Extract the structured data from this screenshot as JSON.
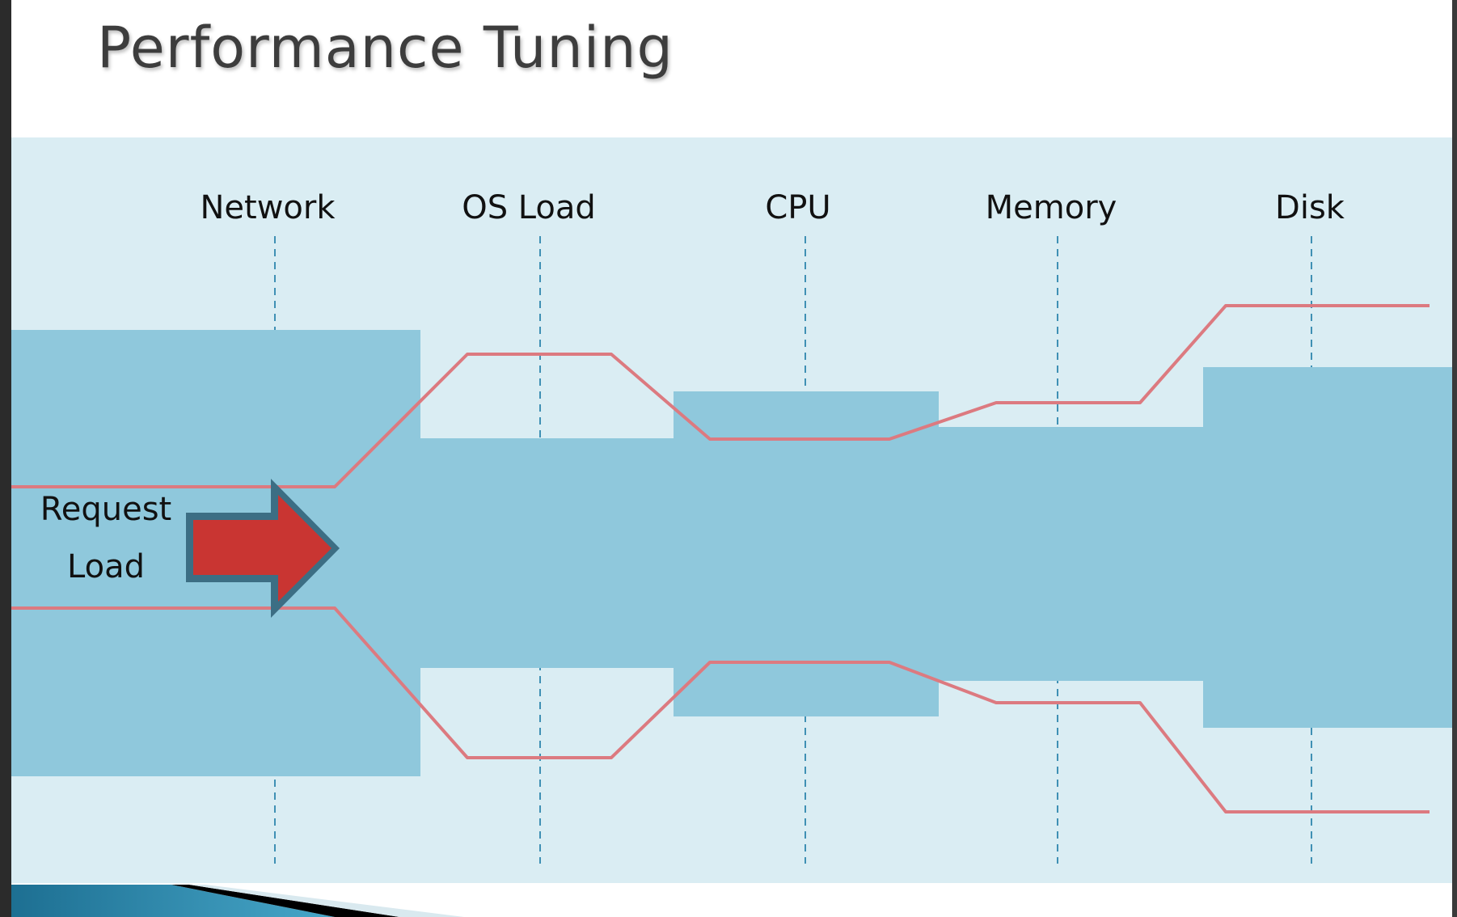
{
  "slide": {
    "title": "Performance Tuning"
  },
  "diagram": {
    "stages": [
      {
        "label": "Network"
      },
      {
        "label": "OS Load"
      },
      {
        "label": "CPU"
      },
      {
        "label": "Memory"
      },
      {
        "label": "Disk"
      }
    ],
    "request_label_line1": "Request",
    "request_label_line2": "Load",
    "colors": {
      "background_band": "#daedf3",
      "stage_block": "#8fc8dc",
      "guide_line": "#3f90b4",
      "load_line": "#dc7a80",
      "arrow_fill": "#c93532",
      "arrow_outline": "#3c6e84"
    },
    "icons": [
      "right-arrow-icon"
    ]
  }
}
